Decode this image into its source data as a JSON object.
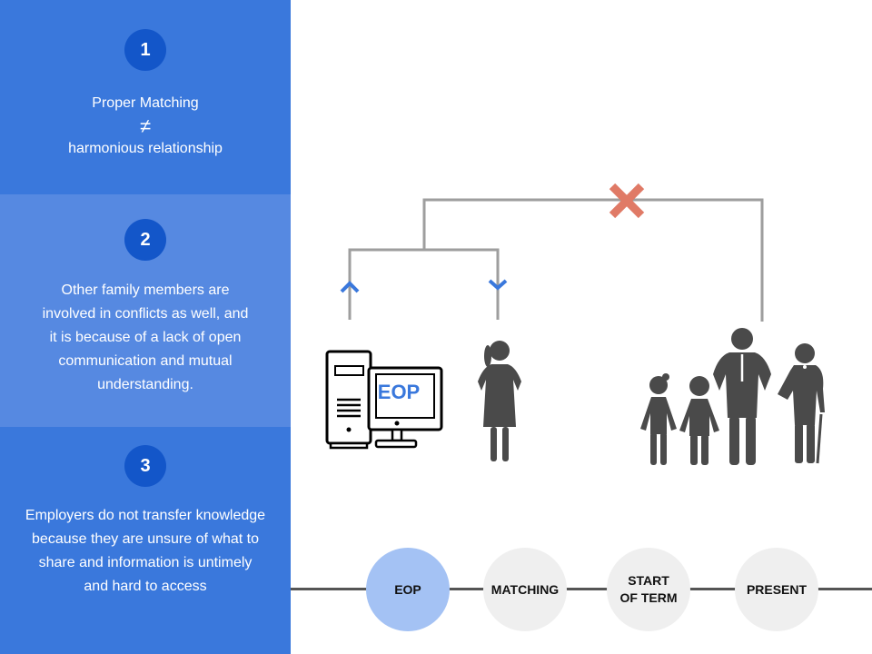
{
  "panels": [
    {
      "number": "1",
      "lines": [
        "Proper Matching",
        "≠",
        "harmonious relationship"
      ]
    },
    {
      "number": "2",
      "lines": [
        "Other family members are",
        "involved in conflicts as well, and",
        "it is because of a lack of open",
        "communication and mutual",
        "understanding."
      ]
    },
    {
      "number": "3",
      "lines": [
        "Employers do not transfer knowledge",
        "because they are unsure of what to",
        "share and information is untimely",
        "and hard to access"
      ]
    }
  ],
  "diagram": {
    "computer_label": "EOP",
    "icons": [
      "computer-eop-icon",
      "domestic-helper-icon",
      "family-icon",
      "cross-icon",
      "arrow-up-icon",
      "arrow-down-icon"
    ],
    "colors": {
      "connector": "#9e9e9e",
      "cross": "#e07a66",
      "arrows": "#3a78dc",
      "figures": "#4a4a4a",
      "eop_text": "#3a78dc"
    }
  },
  "timeline": {
    "steps": [
      {
        "label": "EOP",
        "active": true
      },
      {
        "label": "MATCHING",
        "active": false
      },
      {
        "label": "START OF TERM",
        "active": false
      },
      {
        "label": "PRESENT",
        "active": false
      }
    ]
  },
  "colors": {
    "panel_dark": "#3a78dc",
    "panel_light": "#5689e1",
    "number_circle": "#1356c9",
    "active_step": "#a4c2f4",
    "step": "#efefef"
  }
}
